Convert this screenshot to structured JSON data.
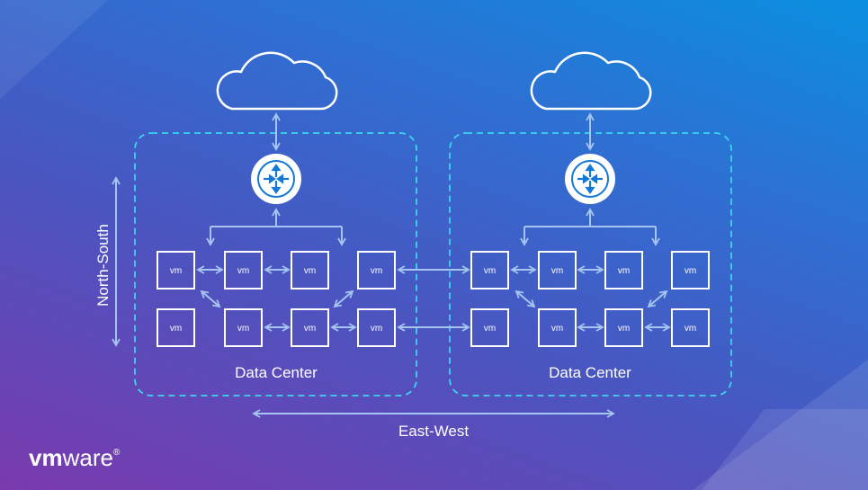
{
  "labels": {
    "vm": "vm",
    "data_center": "Data Center",
    "east_west": "East-West",
    "north_south": "North-South"
  },
  "brand": {
    "logo_vm": "vm",
    "logo_ware": "ware",
    "trademark": "®"
  },
  "colors": {
    "line": "#ffffff",
    "arrow": "#a6c4f0",
    "dash": "#3fd3f0",
    "router_icon": "#1479d6"
  },
  "icons": [
    "cloud-icon",
    "router-icon"
  ]
}
